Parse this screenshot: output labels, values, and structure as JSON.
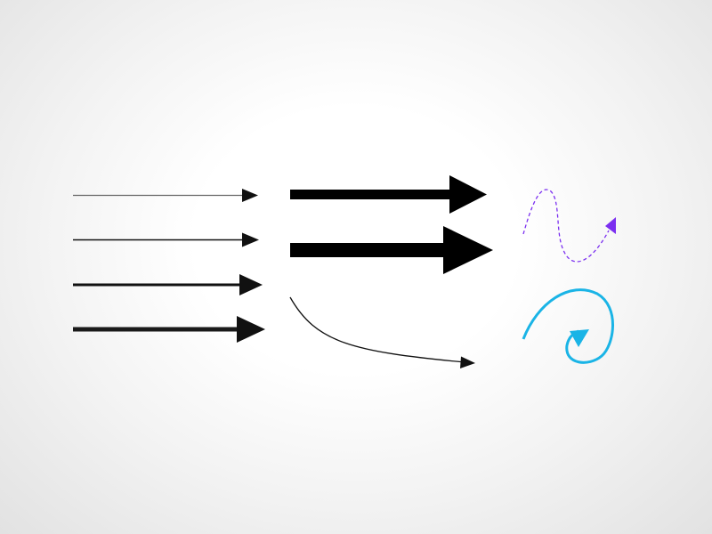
{
  "arrows": [
    {
      "id": "straight-thin-1",
      "style": "solid",
      "color": "#555555"
    },
    {
      "id": "straight-thin-2",
      "style": "solid",
      "color": "#111111"
    },
    {
      "id": "straight-medium",
      "style": "solid",
      "color": "#111111"
    },
    {
      "id": "straight-thick",
      "style": "solid",
      "color": "#1a1a1a"
    },
    {
      "id": "block-arrow-1",
      "style": "solid",
      "color": "#000000"
    },
    {
      "id": "block-arrow-2",
      "style": "solid",
      "color": "#000000"
    },
    {
      "id": "curved-arrow",
      "style": "solid",
      "color": "#111111"
    },
    {
      "id": "dashed-squiggle-arrow",
      "style": "dashed",
      "color": "#7b2ff0"
    },
    {
      "id": "spiral-arrow",
      "style": "solid",
      "color": "#1ab4e6"
    }
  ]
}
